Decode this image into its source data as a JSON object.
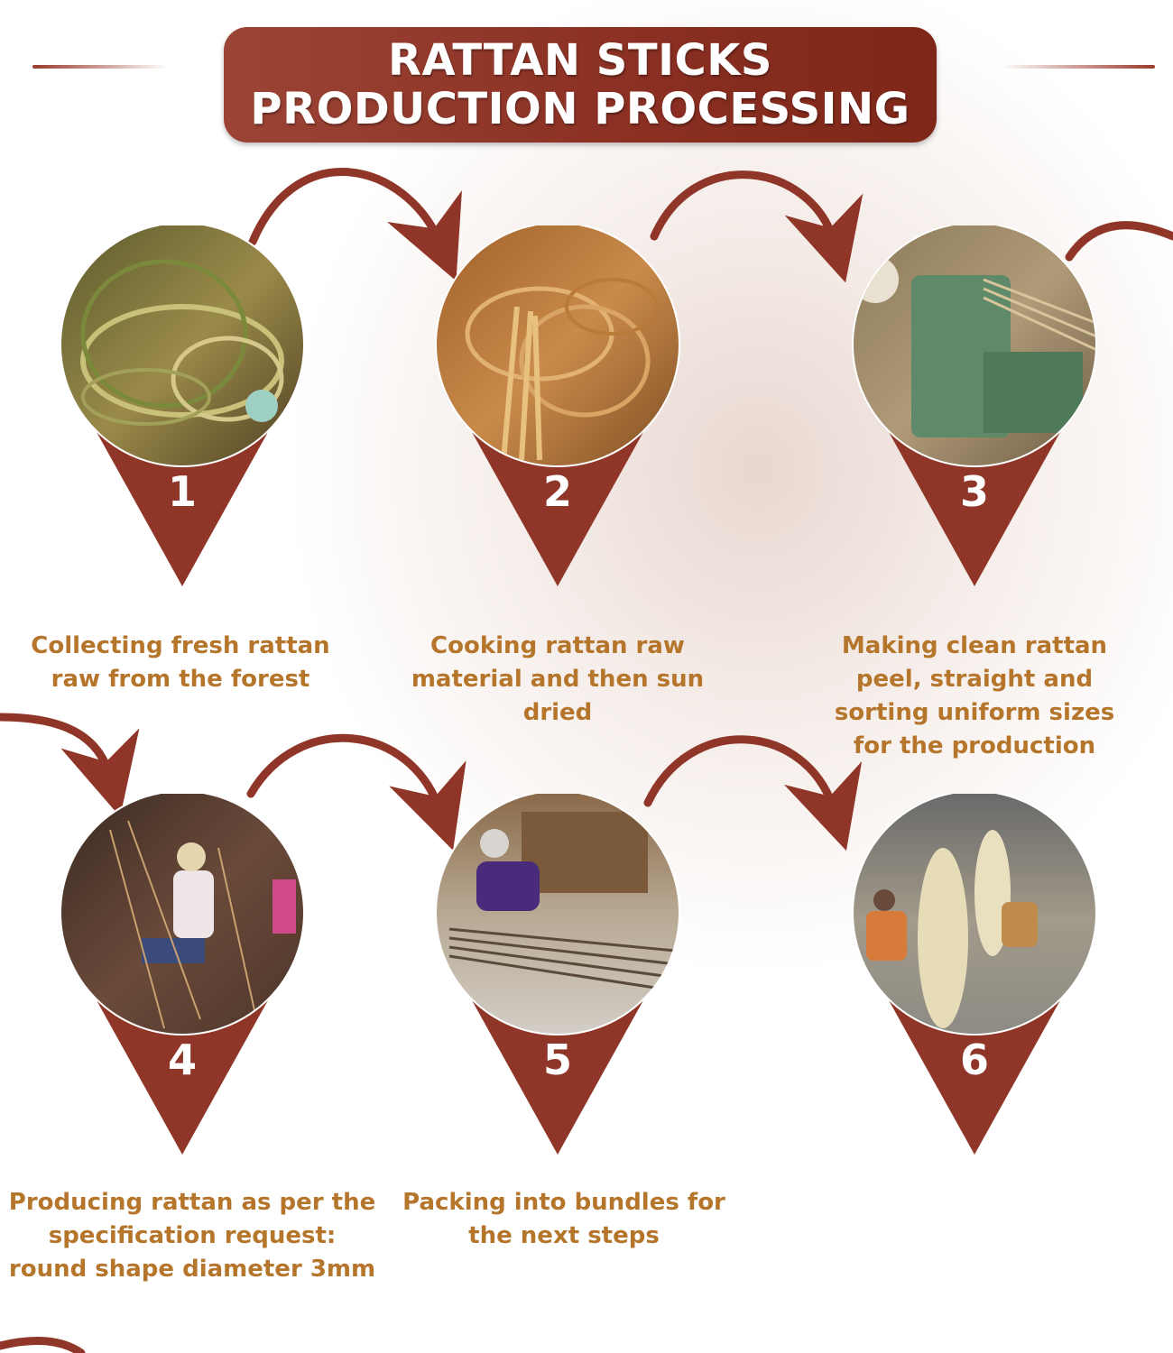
{
  "title": {
    "line1": "RATTAN STICKS",
    "line2": "PRODUCTION PROCESSING"
  },
  "colors": {
    "accent": "#8f3628",
    "caption": "#b5762c",
    "title_text": "#ffffff"
  },
  "steps": [
    {
      "number": "1",
      "caption": "Collecting fresh rattan raw from the forest",
      "photo": "rattan-bundles-photo"
    },
    {
      "number": "2",
      "caption": "Cooking rattan raw material and then sun dried",
      "photo": "dried-rattan-photo"
    },
    {
      "number": "3",
      "caption": "Making clean rattan peel, straight and sorting uniform sizes for the production",
      "photo": "peeling-machine-photo"
    },
    {
      "number": "4",
      "caption": "Producing rattan as per the specification request: round shape diameter 3mm",
      "photo": "workers-processing-photo"
    },
    {
      "number": "5",
      "caption": "Packing into bundles for the next steps",
      "photo": "packing-bundles-photo"
    },
    {
      "number": "6",
      "caption": "",
      "photo": "weaving-workshop-photo"
    }
  ]
}
